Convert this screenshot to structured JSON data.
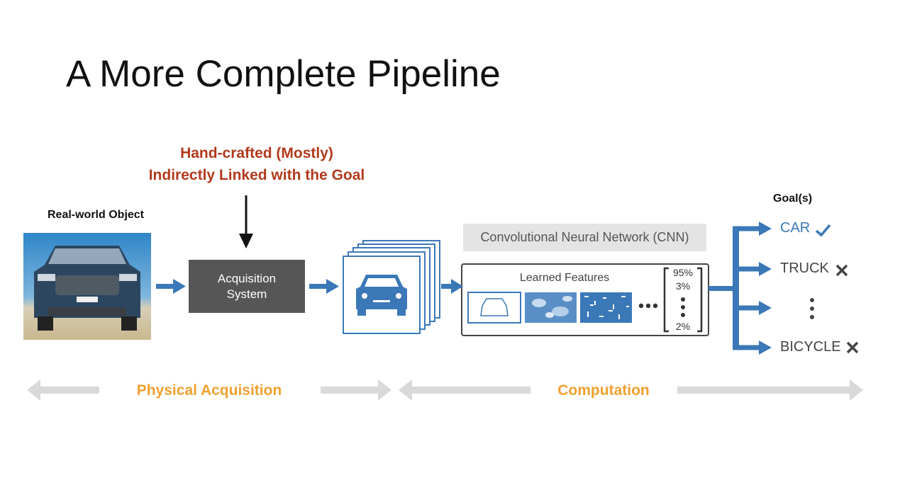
{
  "title": "A More Complete Pipeline",
  "annotation": {
    "line1": "Hand-crafted (Mostly)",
    "line2": "Indirectly Linked with the Goal"
  },
  "object_label": "Real-world Object",
  "acquisition": {
    "line1": "Acquisition",
    "line2": "System"
  },
  "cnn": {
    "label": "Convolutional Neural Network (CNN)",
    "features_label": "Learned Features",
    "probabilities": [
      "95%",
      "3%",
      "2%"
    ]
  },
  "goals": {
    "heading": "Goal(s)",
    "items": [
      {
        "label": "CAR",
        "mark": "check-icon"
      },
      {
        "label": "TRUCK",
        "mark": "cross-icon"
      },
      {
        "label": "BICYCLE",
        "mark": "cross-icon"
      }
    ]
  },
  "stages": {
    "physical": "Physical Acquisition",
    "computation": "Computation"
  },
  "colors": {
    "blue": "#3b78b8",
    "red": "#b33a1d",
    "orange": "#f0a030",
    "gray_arrow": "#d9d9d9",
    "box": "#565656"
  }
}
